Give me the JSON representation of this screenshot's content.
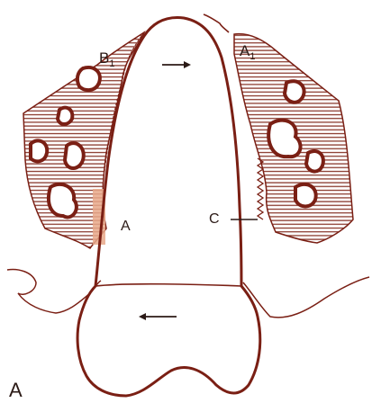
{
  "figure": {
    "panel_label": "A",
    "labels": {
      "b1": "B",
      "b1_sub": "1",
      "a1": "A",
      "a1_sub": "1",
      "a": "A",
      "c": "C"
    }
  },
  "colors": {
    "outline": "#7a1f14",
    "hatch": "#8a3a2e",
    "text": "#2b1a16",
    "highlight": "#e8a88a"
  }
}
